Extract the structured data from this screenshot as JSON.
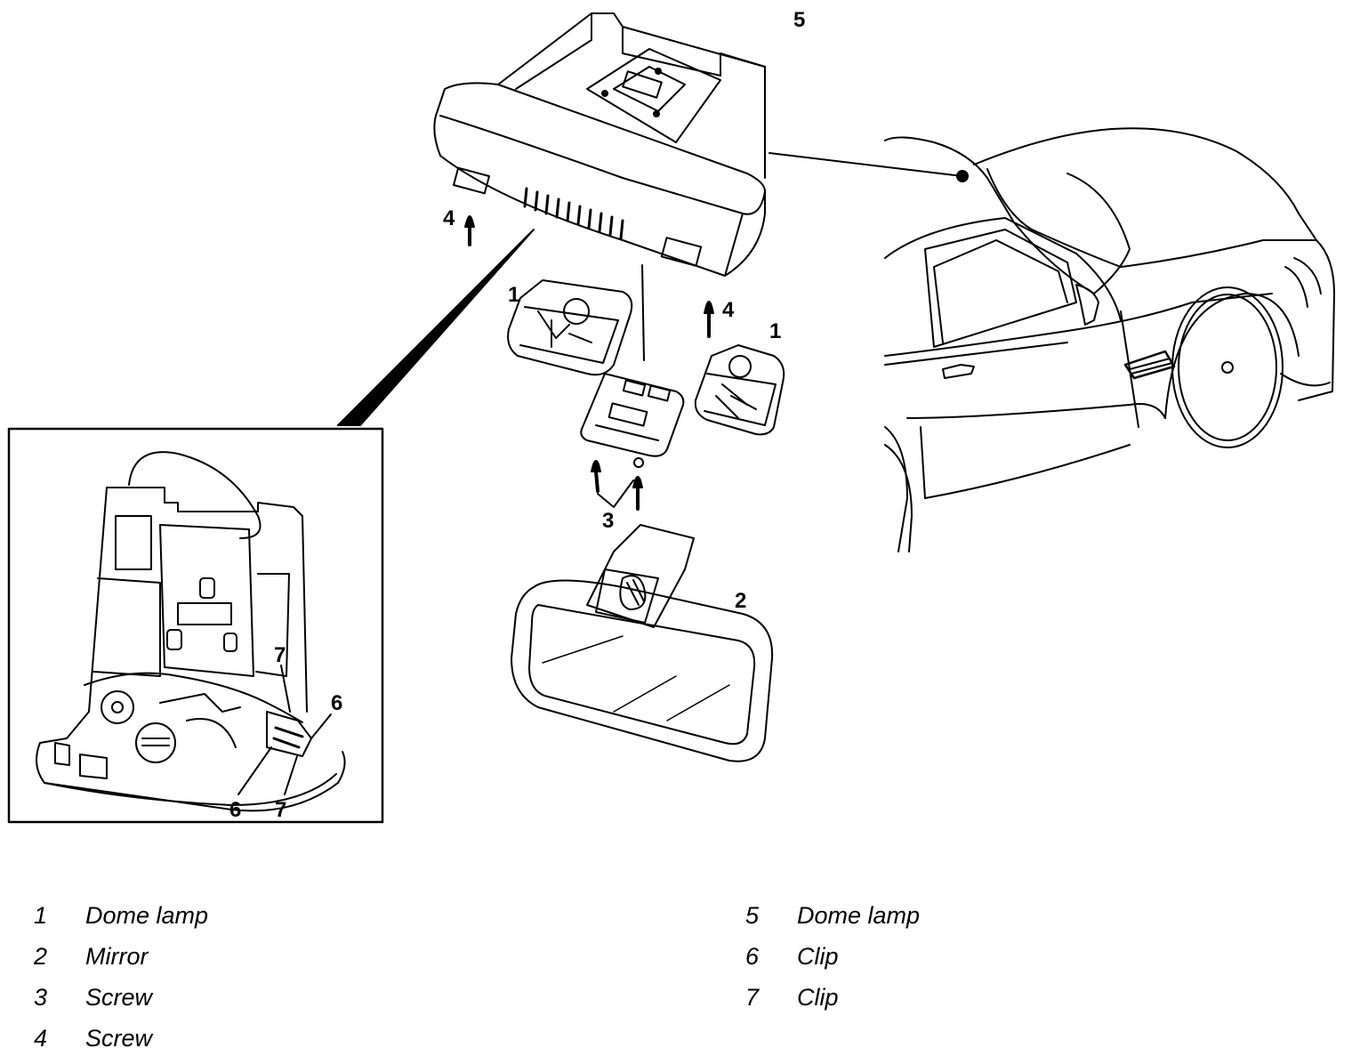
{
  "callouts": {
    "c1a": "1",
    "c1b": "1",
    "c2": "2",
    "c3": "3",
    "c4a": "4",
    "c4b": "4",
    "c5": "5",
    "c6a": "6",
    "c6b": "6",
    "c7a": "7",
    "c7b": "7"
  },
  "legend": {
    "left": [
      {
        "num": "1",
        "label": "Dome lamp"
      },
      {
        "num": "2",
        "label": "Mirror"
      },
      {
        "num": "3",
        "label": "Screw"
      },
      {
        "num": "4",
        "label": "Screw"
      }
    ],
    "right": [
      {
        "num": "5",
        "label": "Dome lamp"
      },
      {
        "num": "6",
        "label": "Clip"
      },
      {
        "num": "7",
        "label": "Clip"
      }
    ]
  }
}
